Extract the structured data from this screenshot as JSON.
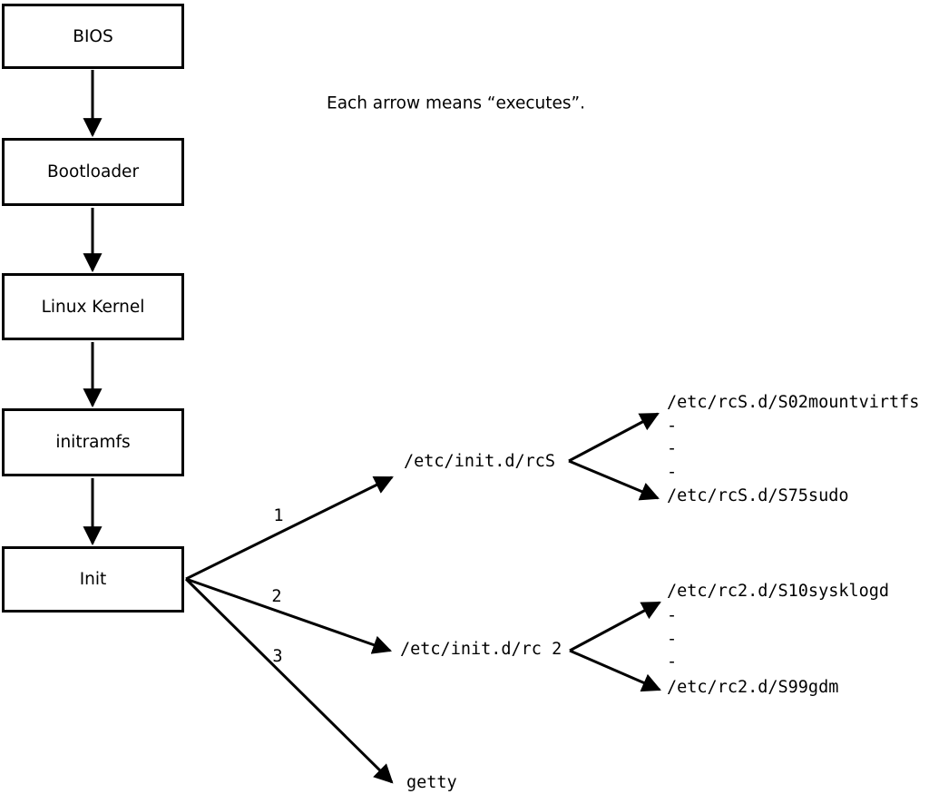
{
  "caption": "Each arrow means “executes”.",
  "chain": [
    {
      "label": "BIOS"
    },
    {
      "label": "Bootloader"
    },
    {
      "label": "Linux Kernel"
    },
    {
      "label": "initramfs"
    },
    {
      "label": "Init"
    }
  ],
  "init_branches": [
    {
      "order": "1",
      "target": "/etc/init.d/rcS",
      "children": [
        "/etc/rcS.d/S02mountvirtfs",
        "-",
        "-",
        "-",
        "/etc/rcS.d/S75sudo"
      ]
    },
    {
      "order": "2",
      "target": "/etc/init.d/rc 2",
      "children": [
        "/etc/rc2.d/S10sysklogd",
        "-",
        "-",
        "-",
        "/etc/rc2.d/S99gdm"
      ]
    },
    {
      "order": "3",
      "target": "getty",
      "children": []
    }
  ],
  "colors": {
    "line": "#000000",
    "background": "#ffffff"
  }
}
